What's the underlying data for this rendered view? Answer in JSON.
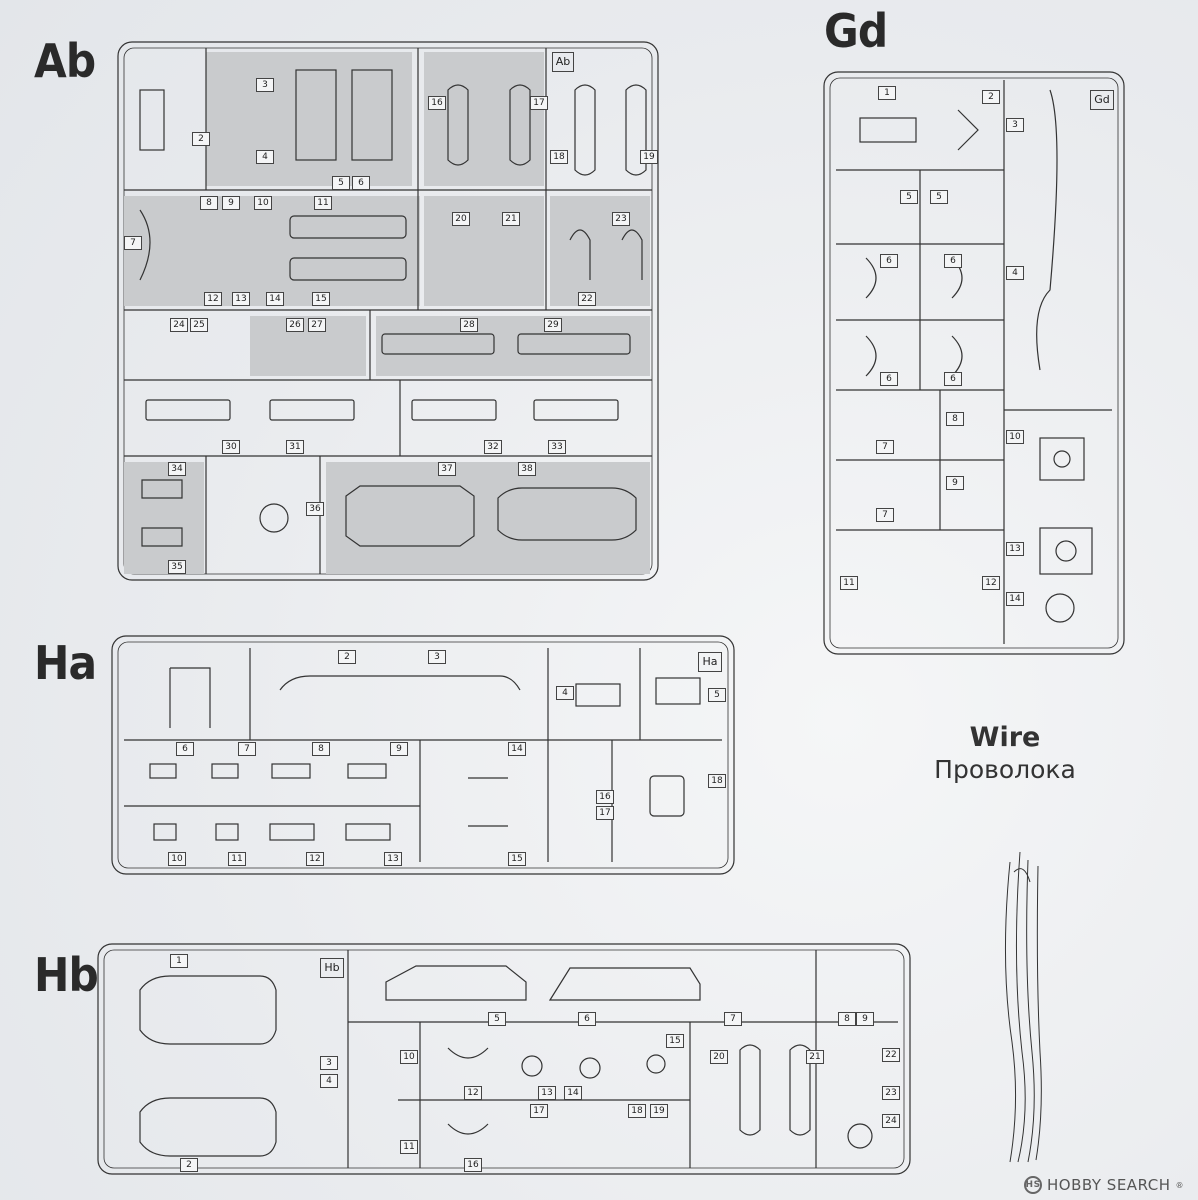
{
  "sprues": {
    "ab": {
      "title": "Ab",
      "tag": "Ab",
      "numbers": [
        "3",
        "4",
        "2",
        "5",
        "6",
        "16",
        "17",
        "18",
        "19",
        "8",
        "9",
        "10",
        "7",
        "11",
        "12",
        "13",
        "14",
        "15",
        "20",
        "21",
        "22",
        "23",
        "24",
        "25",
        "26",
        "27",
        "28",
        "29",
        "30",
        "31",
        "32",
        "33",
        "34",
        "35",
        "36",
        "37",
        "38"
      ]
    },
    "gd": {
      "title": "Gd",
      "tag": "Gd",
      "numbers": [
        "1",
        "2",
        "3",
        "5",
        "5",
        "4",
        "6",
        "6",
        "6",
        "6",
        "8",
        "7",
        "7",
        "9",
        "10",
        "13",
        "11",
        "12",
        "14"
      ]
    },
    "ha": {
      "title": "Ha",
      "tag": "Ha",
      "numbers": [
        "2",
        "3",
        "4",
        "5",
        "6",
        "7",
        "8",
        "9",
        "14",
        "18",
        "16",
        "17",
        "10",
        "11",
        "12",
        "13",
        "15"
      ]
    },
    "hb": {
      "title": "Hb",
      "tag": "Hb",
      "numbers": [
        "1",
        "3",
        "4",
        "2",
        "5",
        "6",
        "7",
        "8",
        "9",
        "10",
        "11",
        "12",
        "13",
        "14",
        "15",
        "16",
        "17",
        "18",
        "19",
        "20",
        "21",
        "22",
        "23",
        "24"
      ]
    }
  },
  "wire": {
    "label_en": "Wire",
    "label_ru": "Проволока"
  },
  "watermark": {
    "brand": "HOBBY SEARCH",
    "mark": "®"
  },
  "icons": {
    "watermark_logo": "hobbysearch-logo-icon"
  }
}
